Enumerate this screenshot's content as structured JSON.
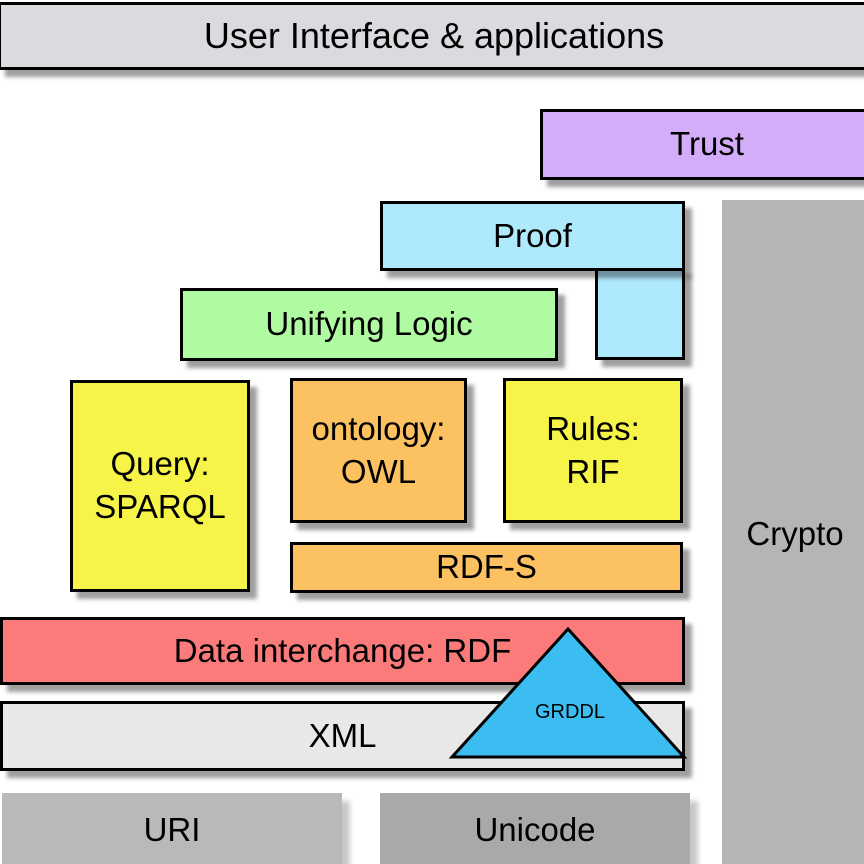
{
  "boxes": {
    "user_interface": {
      "label": "User Interface & applications",
      "color": "#dbdbdf"
    },
    "trust": {
      "label": "Trust",
      "color": "#d4adfa"
    },
    "proof": {
      "label": "Proof",
      "color": "#afe9fc"
    },
    "unifying_logic": {
      "label": "Unifying Logic",
      "color": "#b0fba1"
    },
    "query": {
      "line1": "Query:",
      "line2": "SPARQL",
      "color": "#f7f449"
    },
    "ontology": {
      "line1": "ontology:",
      "line2": "OWL",
      "color": "#fcc160"
    },
    "rules": {
      "line1": "Rules:",
      "line2": "RIF",
      "color": "#f7f449"
    },
    "rdfs": {
      "label": "RDF-S",
      "color": "#fcc160"
    },
    "data_interchange": {
      "label": "Data interchange: RDF",
      "color": "#fb7b7b"
    },
    "xml": {
      "label": "XML",
      "color": "#e8e8e8"
    },
    "grddl": {
      "label": "GRDDL",
      "color": "#3bbdf2"
    },
    "uri": {
      "label": "URI",
      "color": "#b9b9b9"
    },
    "unicode": {
      "label": "Unicode",
      "color": "#a9a9a9"
    },
    "crypto": {
      "label": "Crypto",
      "color": "#b5b5b5"
    }
  }
}
